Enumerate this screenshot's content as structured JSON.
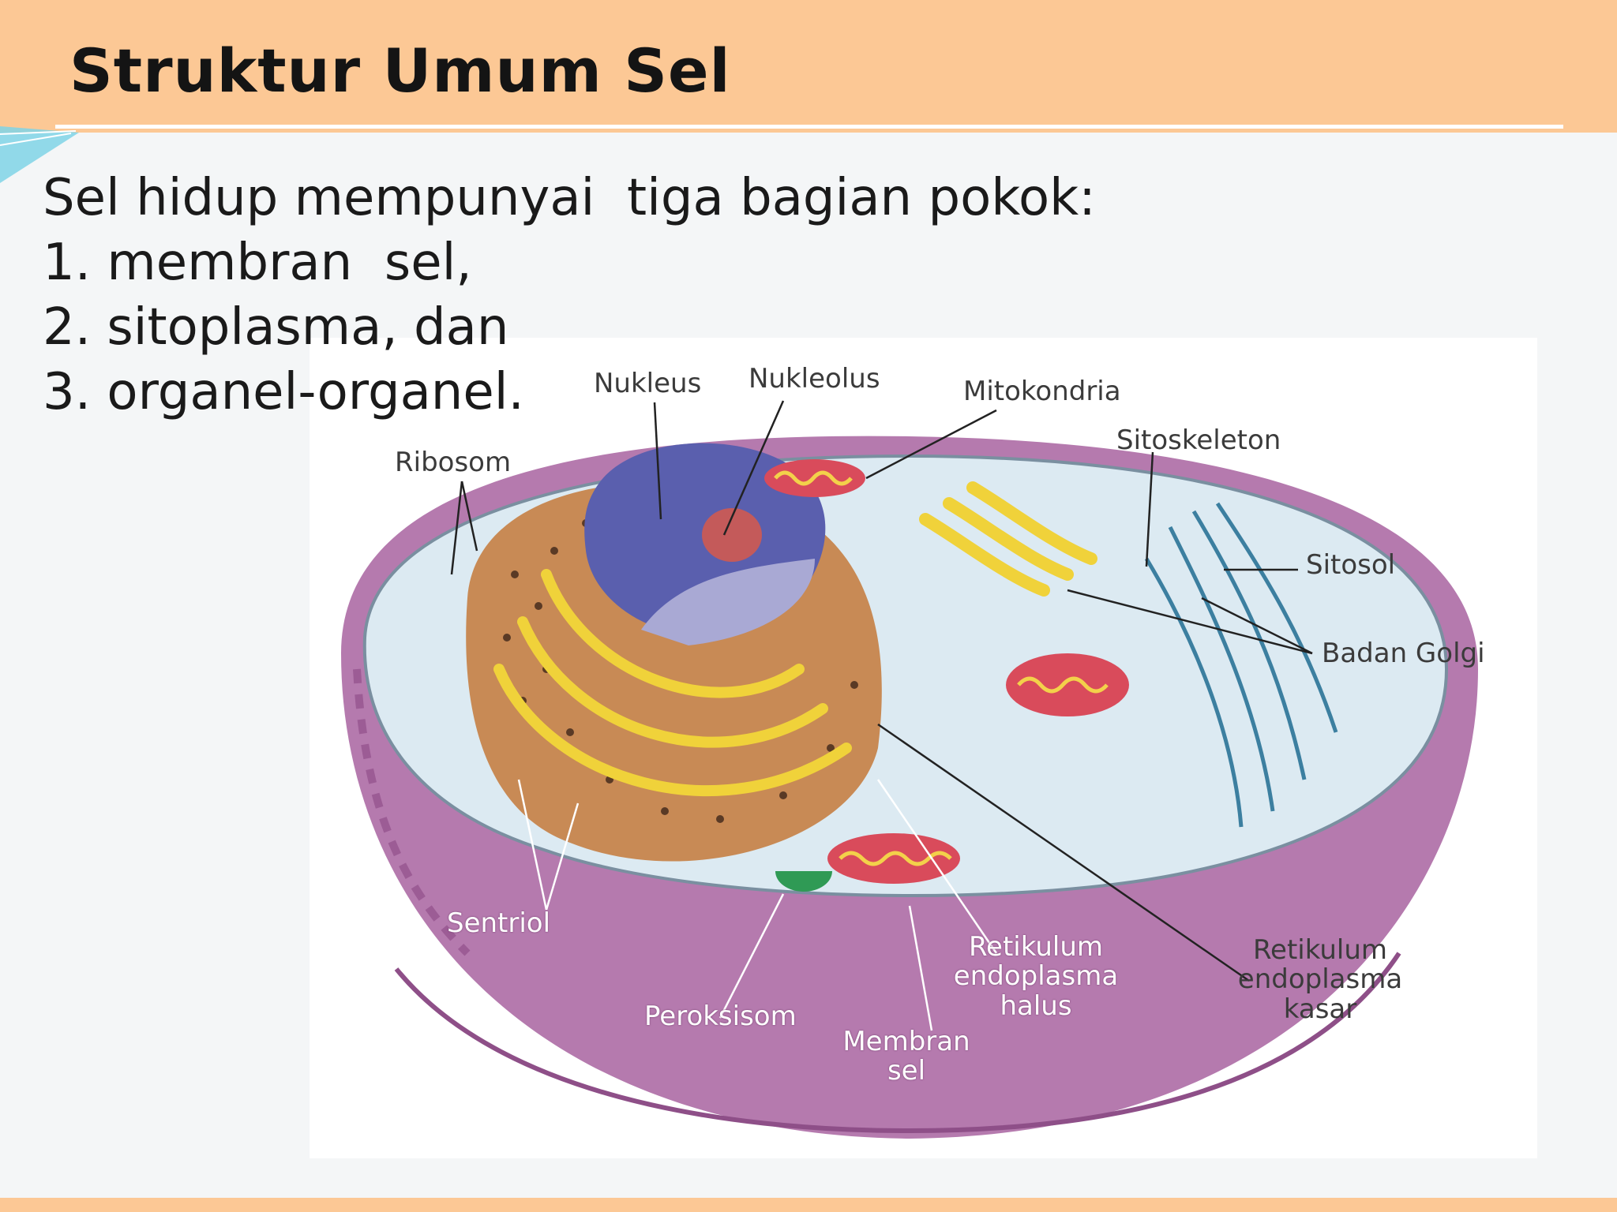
{
  "slide": {
    "title": "Struktur Umum Sel",
    "intro": "Sel hidup mempunyai  tiga bagian pokok:",
    "items": [
      "1. membran  sel,",
      "2. sitoplasma, dan",
      "3. organel-organel."
    ]
  },
  "diagram": {
    "labels": {
      "nukleus": "Nukleus",
      "nukleolus": "Nukleolus",
      "mitokondria": "Mitokondria",
      "sitoskeleton": "Sitoskeleton",
      "ribosom": "Ribosom",
      "sitosol": "Sitosol",
      "badan_golgi": "Badan Golgi",
      "sentriol": "Sentriol",
      "peroksisom": "Peroksisom",
      "membran_sel": [
        "Membran",
        "sel"
      ],
      "re_halus": [
        "Retikulum",
        "endoplasma",
        "halus"
      ],
      "re_kasar": [
        "Retikulum",
        "endoplasma",
        "kasar"
      ]
    }
  },
  "colors": {
    "header": "#fcc895",
    "cell_outer": "#b57aae",
    "cytosol": "#dceaf2",
    "nucleus": "#5a5fae",
    "rough_er": "#c88a55",
    "golgi": "#f0d23a",
    "mitochondria": "#d94b5b"
  }
}
